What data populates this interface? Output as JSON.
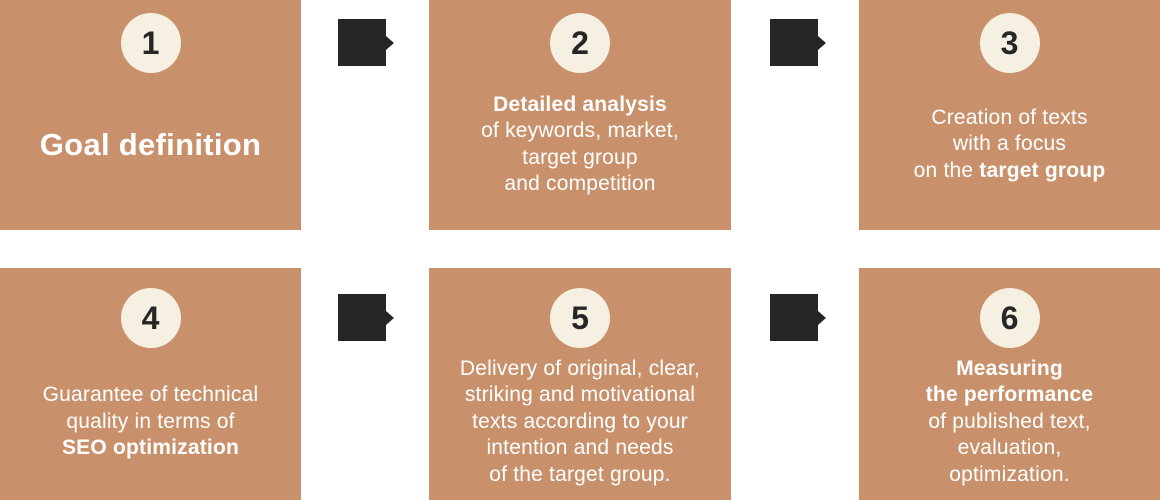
{
  "colors": {
    "panel": "#c8916b",
    "badge": "#f5f0e1",
    "ink": "#262626",
    "text": "#ffffff"
  },
  "icons": {
    "arrow": "arrow-right-icon"
  },
  "steps": [
    {
      "number": "1",
      "title": "Goal definition"
    },
    {
      "number": "2",
      "line1": "Detailed analysis",
      "line2": "of keywords, market,",
      "line3": "target group",
      "line4": "and competition"
    },
    {
      "number": "3",
      "line1": "Creation of texts",
      "line2": "with a focus",
      "line3a": "on the ",
      "line3b": "target group"
    },
    {
      "number": "4",
      "line1": "Guarantee of technical",
      "line2": "quality in terms of",
      "line3": "SEO optimization"
    },
    {
      "number": "5",
      "line1": "Delivery of original, clear,",
      "line2": "striking and motivational",
      "line3": "texts according to your",
      "line4": "intention and needs",
      "line5": "of the target group."
    },
    {
      "number": "6",
      "line1": "Measuring",
      "line2": "the performance",
      "line3": "of published text,",
      "line4": "evaluation,",
      "line5": "optimization."
    }
  ]
}
